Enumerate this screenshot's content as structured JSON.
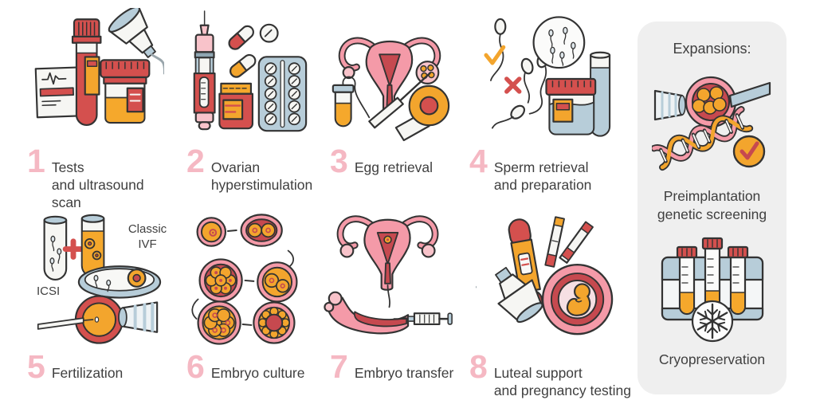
{
  "steps": [
    {
      "number": "1",
      "label": "Tests\nand ultrasound scan",
      "icon": "blood-test-urine-sample-ultrasound-probe"
    },
    {
      "number": "2",
      "label": "Ovarian\nhyperstimulation",
      "icon": "injection-pen-pills-blister-pack"
    },
    {
      "number": "3",
      "label": "Egg retrieval",
      "icon": "uterus-aspiration-needle-test-tube-probe"
    },
    {
      "number": "4",
      "label": "Sperm retrieval\nand preparation",
      "icon": "sperm-cells-check-cross-sample-cup"
    },
    {
      "number": "5",
      "label": "Fertilization",
      "icon": "test-tubes-petri-dish-icsi-injection",
      "annotations": {
        "classic_ivf": "Classic\nIVF",
        "icsi": "ICSI"
      }
    },
    {
      "number": "6",
      "label": "Embryo culture",
      "icon": "cell-division-stages"
    },
    {
      "number": "7",
      "label": "Embryo transfer",
      "icon": "uterus-catheter-syringe"
    },
    {
      "number": "8",
      "label": "Luteal support\nand pregnancy testing",
      "icon": "pregnancy-test-strips-ultrasound-embryo"
    }
  ],
  "expansions": {
    "title": "Expansions:",
    "items": [
      {
        "label": "Preimplantation\ngenetic screening",
        "icon": "embryo-biopsy-dna-checkmark"
      },
      {
        "label": "Cryopreservation",
        "icon": "frozen-test-tubes-snowflake"
      }
    ]
  },
  "colors": {
    "number_pink": "#f5b8c3",
    "red": "#d4504e",
    "dark_red": "#c6494f",
    "amber": "#f3a52d",
    "blue_gray": "#b7cdd9",
    "uterus_pink": "#f49aa8",
    "light_pink": "#f8c3ca",
    "panel_bg": "#efefef",
    "text": "#3f3f3f",
    "outline": "#333333",
    "paper": "#f6f6f3"
  }
}
